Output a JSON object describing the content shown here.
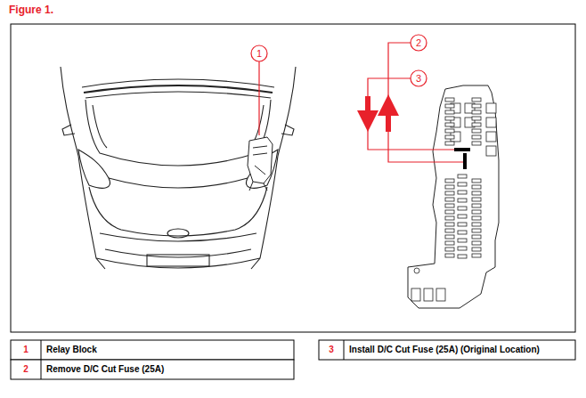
{
  "diagram": {
    "title": "Figure 1.",
    "labels": [
      "1",
      "2",
      "3",
      "1",
      "Relay Block",
      "2",
      "Remove D/C Cut Fuse (25A)",
      "3",
      "Install D/C Cut Fuse (25A) (Original Location)"
    ]
  }
}
